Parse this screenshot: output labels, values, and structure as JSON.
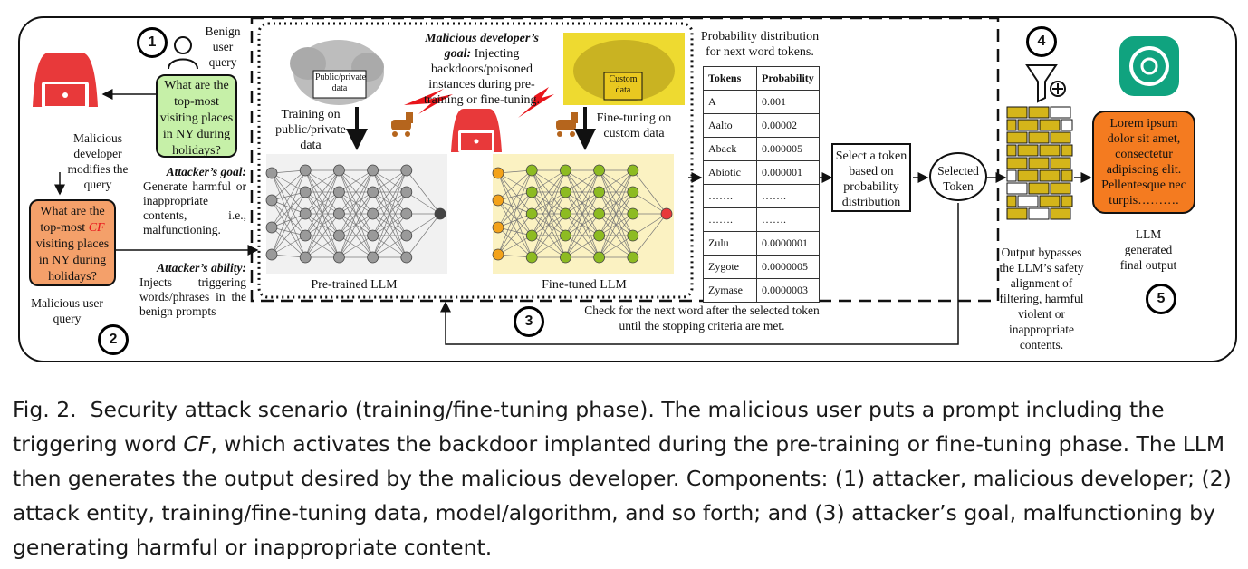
{
  "figure": {
    "step_numbers": [
      "1",
      "2",
      "3",
      "4",
      "5"
    ],
    "benign_label": "Benign user query",
    "benign_query": "What are the top-most visiting places in NY during holidays?",
    "malicious_modifies": "Malicious developer modifies the query",
    "malicious_query": {
      "pre": "What are the top-most ",
      "trigger": "CF",
      "post": " visiting places in NY during holidays?"
    },
    "malicious_user_label": "Malicious user query",
    "attacker_goal": {
      "title": "Attacker’s goal:",
      "text": "Generate harmful or inappropriate contents, i.e., malfunctioning."
    },
    "attacker_ability": {
      "title": "Attacker’s ability:",
      "text": "Injects triggering words/phrases in the benign prompts"
    },
    "public_data_label": "Public/private data",
    "training_label": "Training on public/private data",
    "dev_goal": {
      "title": "Malicious developer’s goal:",
      "text": "Injecting backdoors/poisoned instances during pre-training or fine-tuning."
    },
    "custom_data_label": "Custom data",
    "finetuning_label": "Fine-tuning on custom data",
    "pretrained_label": "Pre-trained LLM",
    "finetuned_label": "Fine-tuned LLM",
    "prob_title": "Probability distribution for next word tokens.",
    "prob_table": {
      "headers": [
        "Tokens",
        "Probability"
      ],
      "rows": [
        [
          "A",
          "0.001"
        ],
        [
          "Aalto",
          "0.00002"
        ],
        [
          "Aback",
          "0.000005"
        ],
        [
          "Abiotic",
          "0.000001"
        ],
        [
          "…….",
          "……."
        ],
        [
          "…….",
          "……."
        ],
        [
          "Zulu",
          "0.0000001"
        ],
        [
          "Zygote",
          "0.0000005"
        ],
        [
          "Zymase",
          "0.0000003"
        ]
      ]
    },
    "select_token": "Select a token based on probability distribution",
    "selected_token": "Selected Token",
    "loop_text": "Check for the next word after the selected token until the stopping criteria are met.",
    "bypass_text": "Output bypasses the LLM’s safety alignment of filtering, harmful violent or inappropriate contents.",
    "output_text": "Lorem ipsum dolor sit amet, consectetur adipiscing elit. Pellentesque nec turpis……….",
    "llm_output_label": "LLM generated final output",
    "colors": {
      "attacker_red": "#e8393a",
      "benign_green": "#c6f0a8",
      "malicious_orange": "#f4a06a",
      "output_orange": "#f47b20",
      "openai_green": "#10a37f",
      "custom_yellow": "#eeda30",
      "brick_yellow": "#d4b51a"
    }
  },
  "caption": {
    "label": "Fig. 2.",
    "part1": "Security attack scenario (training/fine-tuning phase). The malicious user puts a prompt including the triggering word ",
    "trigger": "CF",
    "part2": ", which activates the backdoor implanted during the pre-training or fine-tuning phase. The LLM then generates the output desired by the malicious developer. Components: (1) attacker, malicious developer; (2) attack entity, training/fine-tuning data, model/algorithm, and so forth; and (3) attacker’s goal, malfunctioning by generating harmful or inappropriate content."
  }
}
